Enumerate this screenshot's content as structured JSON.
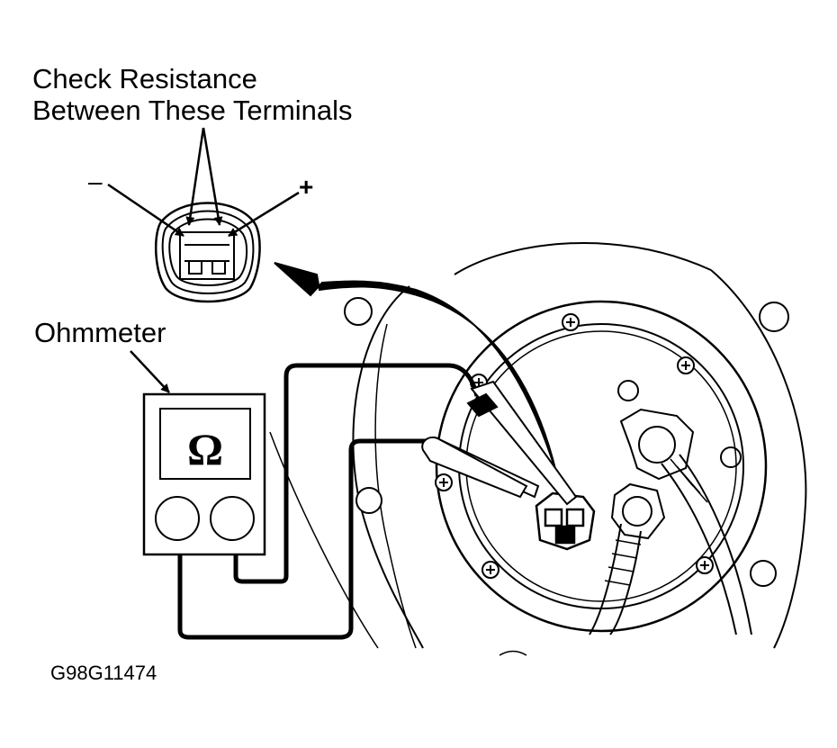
{
  "annotation": {
    "line1": "Check Resistance",
    "line2": "Between These Terminals"
  },
  "polarity": {
    "negative": "–",
    "positive": "+"
  },
  "meter": {
    "label": "Ohmmeter",
    "symbol": "Ω"
  },
  "figure_id": "G98G11474",
  "colors": {
    "ink": "#000000",
    "paper": "#ffffff"
  }
}
